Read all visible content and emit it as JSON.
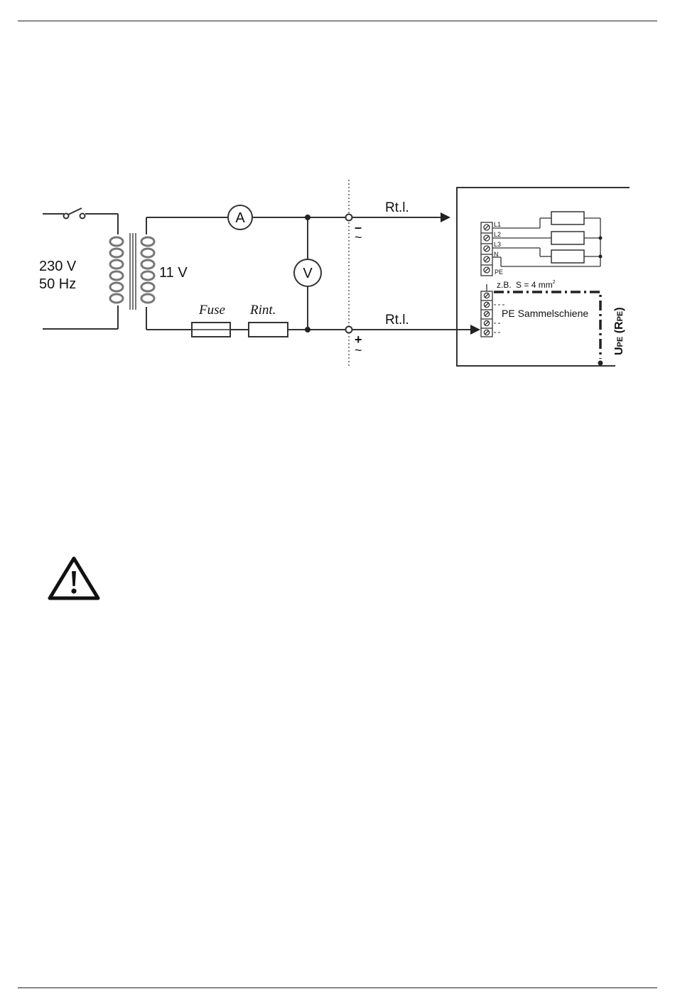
{
  "diagram": {
    "supply_voltage": "230 V",
    "supply_frequency": "50 Hz",
    "secondary_voltage": "11 V",
    "ammeter_symbol": "A",
    "voltmeter_symbol": "V",
    "fuse_label": "Fuse",
    "rint_label": "Rint.",
    "lead_label_top": "Rt.l.",
    "lead_label_bottom": "Rt.l.",
    "terminal_minus": "–",
    "terminal_plus": "+",
    "tilde_top": "~",
    "tilde_bottom": "~",
    "terminals": [
      "L1",
      "L2",
      "L3",
      "N",
      "PE"
    ],
    "cross_section_prefix": "z.B.",
    "cross_section_s": "S = 4 mm",
    "cross_section_sup": "2",
    "busbar_label": "PE Sammelschiene",
    "upe_label": "U",
    "upe_sub": "PE",
    "rpe_label": " (R",
    "rpe_sub": "PE",
    "rpe_close": ")"
  },
  "warning": {
    "icon": "warning-triangle-icon"
  }
}
